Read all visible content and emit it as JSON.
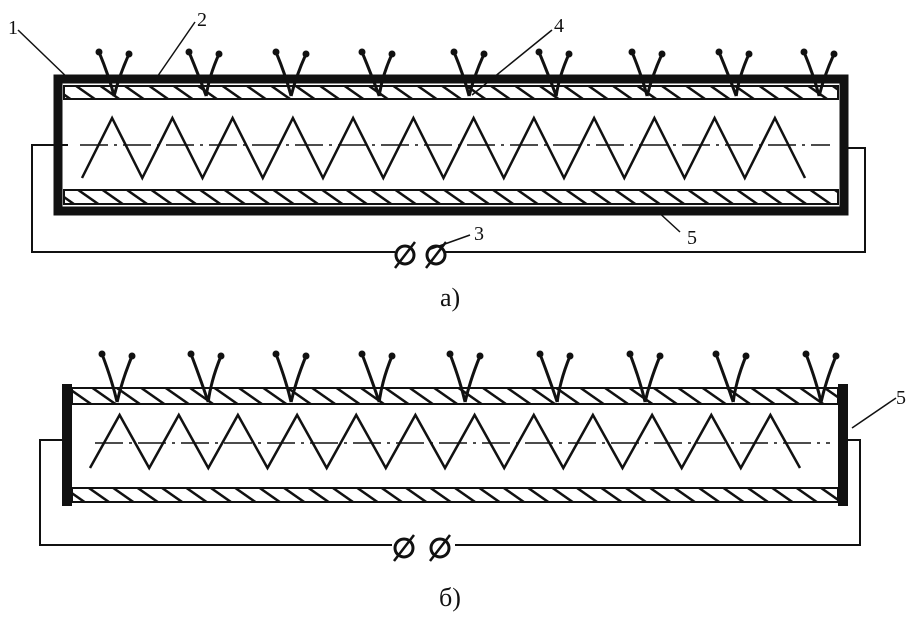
{
  "diagram_a": {
    "caption": "а)",
    "labels": {
      "n1": "1",
      "n2": "2",
      "n3": "3",
      "n4": "4",
      "n5": "5"
    },
    "sprout_count": 9,
    "zigzag_peaks": 12
  },
  "diagram_b": {
    "caption": "б)",
    "labels": {
      "n5": "5"
    },
    "sprout_count": 9,
    "zigzag_peaks": 12
  },
  "colors": {
    "ink": "#111111",
    "paper": "#ffffff"
  }
}
